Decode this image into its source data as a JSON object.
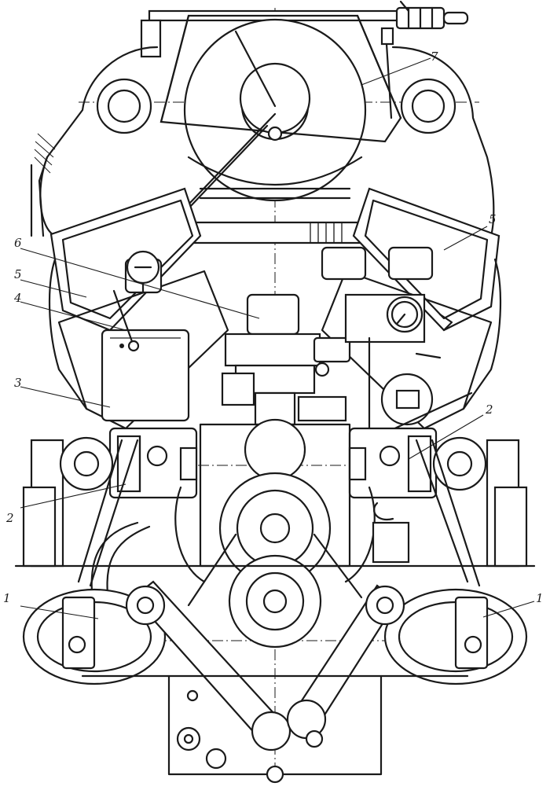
{
  "callouts": {
    "label_7": "7",
    "label_6": "6",
    "label_5_left": "5",
    "label_5_right": "5",
    "label_4": "4",
    "label_3": "3",
    "label_2_left": "2",
    "label_2_right": "2",
    "label_1_left": "1",
    "label_1_right": "1"
  }
}
